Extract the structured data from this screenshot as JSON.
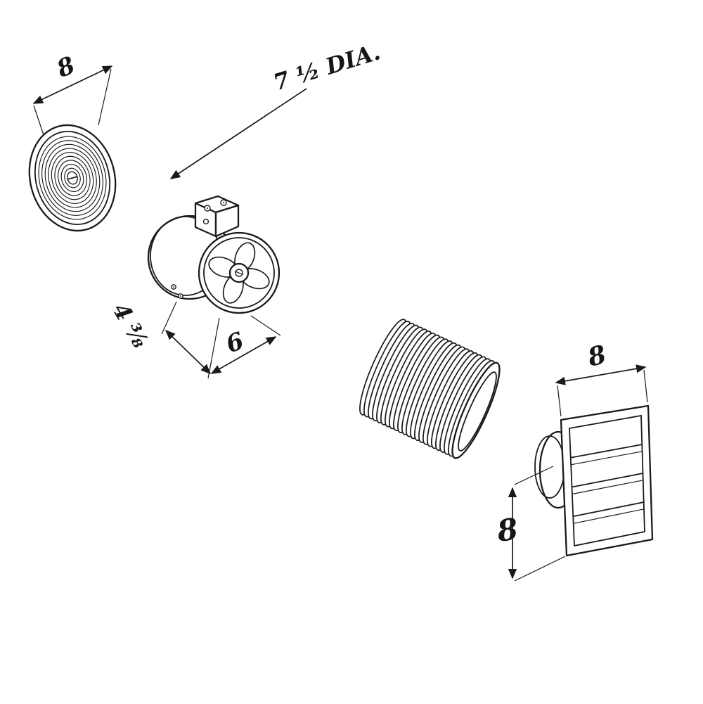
{
  "page": {
    "background_color": "#ffffff",
    "ink_color": "#1a1a1a"
  },
  "drawing": {
    "kind": "exploded-parts-technical-line-drawing",
    "parts": {
      "interior_grille": "round spiral grille",
      "fan_unit": "inline duct fan with junction box",
      "flex_duct": "flexible corrugated duct",
      "exterior_hood": "square louvered wall cap"
    },
    "labels": {
      "grille_width": "8",
      "fan_diameter": "7 ½ DIA.",
      "fan_height": "4 ⅜",
      "fan_depth": "6",
      "hood_width": "8",
      "hood_height": "8"
    }
  }
}
